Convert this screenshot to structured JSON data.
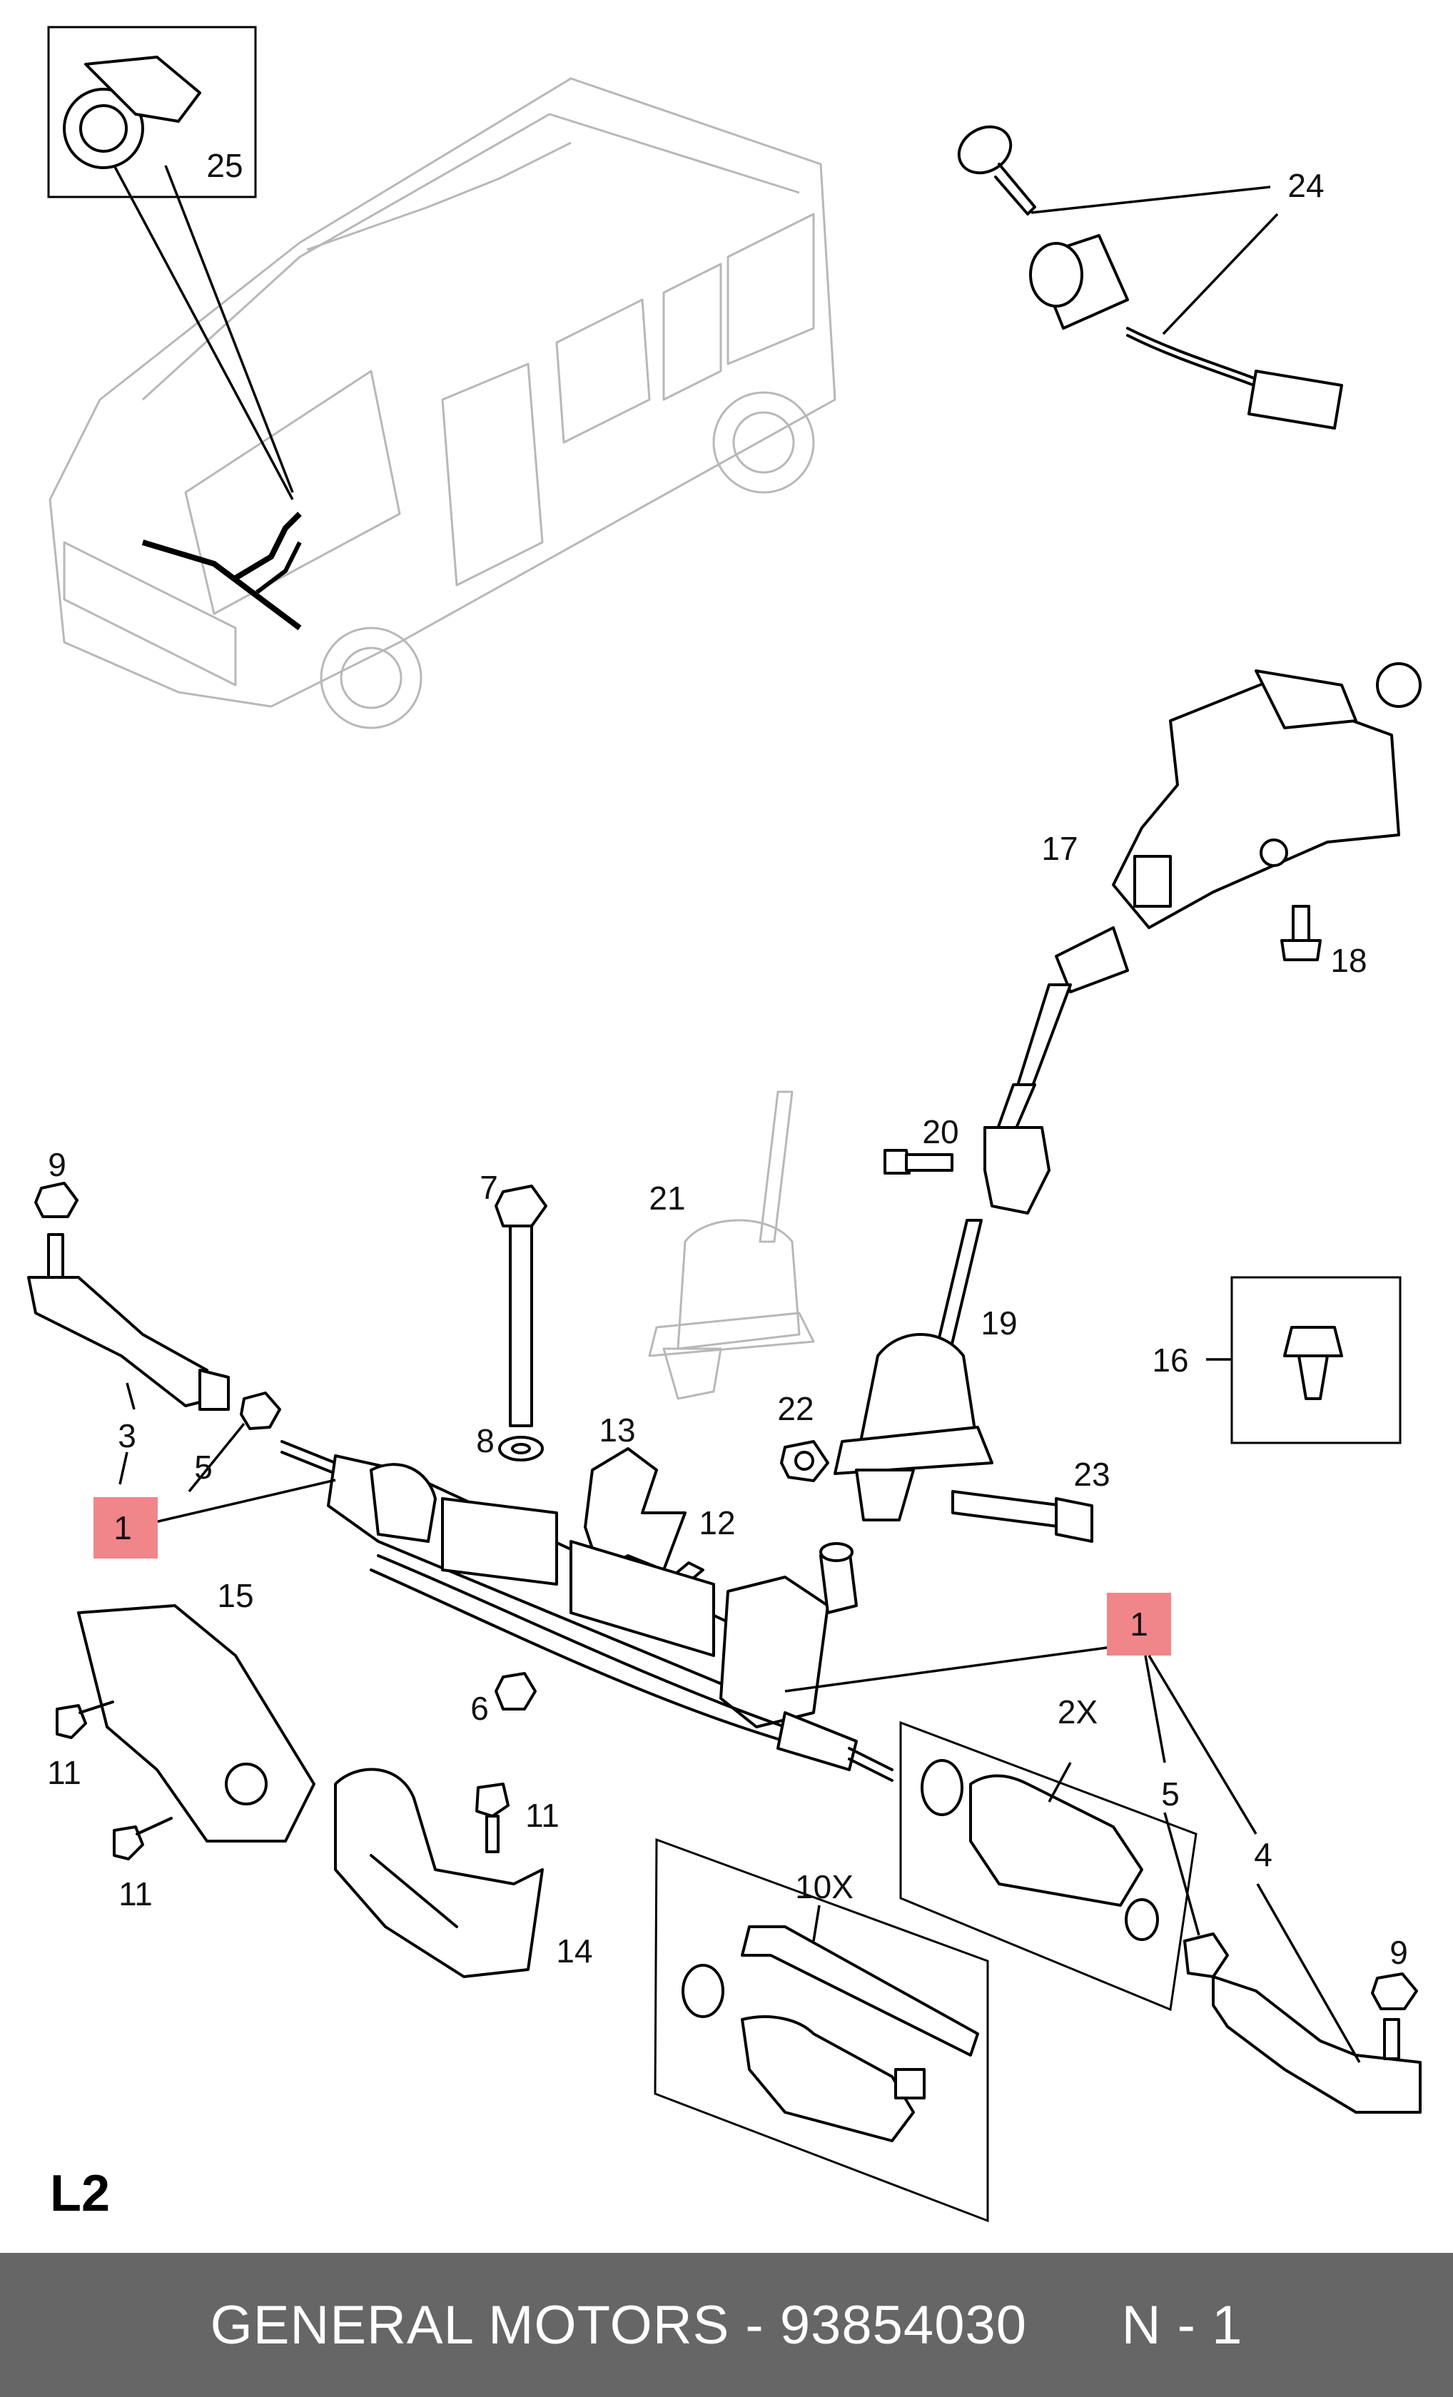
{
  "diagram": {
    "section_code": "L2",
    "callouts": {
      "c1_left": "1",
      "c1_right": "1",
      "c2x": "2X",
      "c3": "3",
      "c4": "4",
      "c5_left": "5",
      "c5_right": "5",
      "c6": "6",
      "c7": "7",
      "c8": "8",
      "c9_left": "9",
      "c9_right": "9",
      "c10x": "10X",
      "c11_a": "11",
      "c11_b": "11",
      "c11_c": "11",
      "c12": "12",
      "c13": "13",
      "c14": "14",
      "c15": "15",
      "c16": "16",
      "c17": "17",
      "c18": "18",
      "c19": "19",
      "c20": "20",
      "c21": "21",
      "c22": "22",
      "c23": "23",
      "c24": "24",
      "c25": "25"
    },
    "highlight_color": "#f0858a"
  },
  "footer": {
    "text": "GENERAL MOTORS - 93854030      N - 1",
    "background": "#666666",
    "color": "#ffffff"
  }
}
